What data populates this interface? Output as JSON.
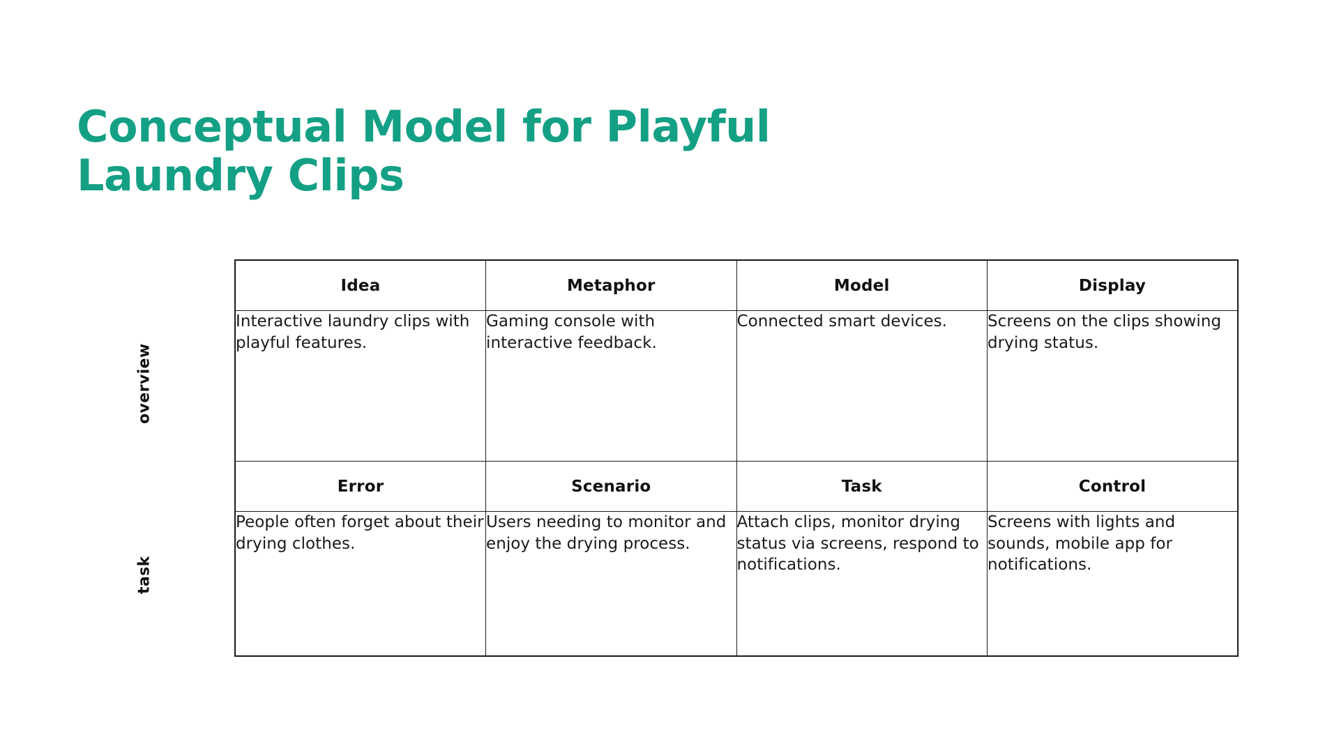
{
  "slide": {
    "title": "Conceptual Model for Playful\nLaundry Clips",
    "title_color": "#14a085",
    "background_color": "#ffffff",
    "border_color": "#1b1b1b",
    "text_color": "#1a1a1a"
  },
  "table": {
    "row_labels": [
      {
        "id": "overview",
        "text": "overview"
      },
      {
        "id": "task",
        "text": "task"
      }
    ],
    "sections": [
      {
        "label": "overview",
        "headers": [
          "Idea",
          "Metaphor",
          "Model",
          "Display"
        ],
        "cells": [
          "Interactive laundry clips with playful features.",
          "Gaming console with interactive feedback.",
          "Connected smart devices.",
          "Screens on the clips showing drying status."
        ]
      },
      {
        "label": "task",
        "headers": [
          "Error",
          "Scenario",
          "Task",
          "Control"
        ],
        "cells": [
          "People often forget about their drying clothes.",
          "Users needing to monitor and enjoy the drying process.",
          "Attach clips, monitor drying status via screens, respond to notifications.",
          "Screens with lights and sounds, mobile app for notifications."
        ]
      }
    ]
  }
}
